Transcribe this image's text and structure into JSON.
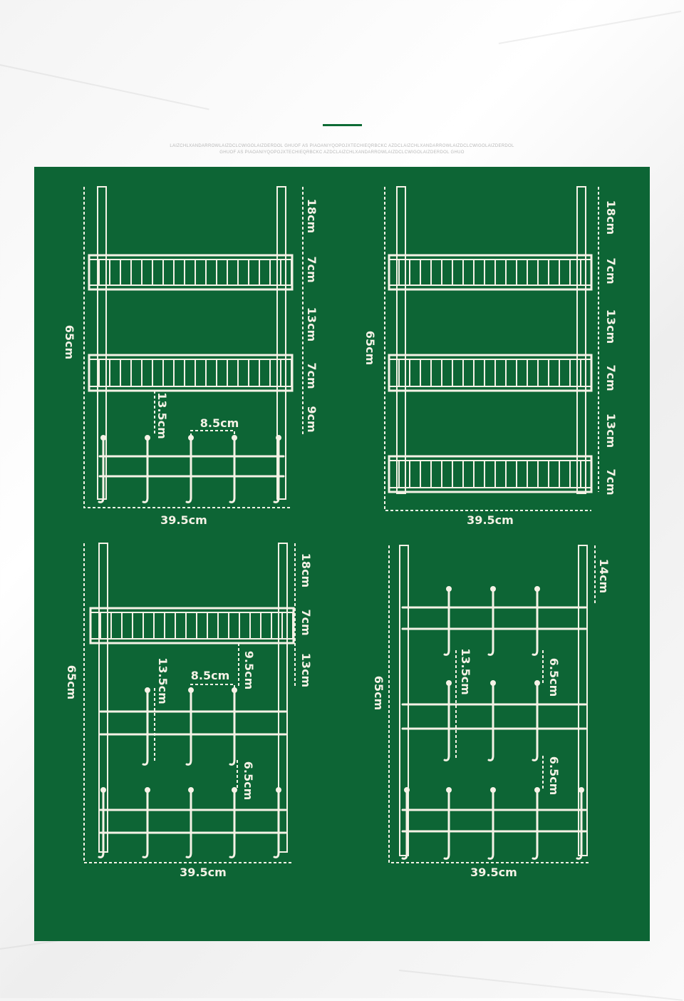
{
  "header": {
    "subcaption_line1": "LAIZCHLXANDARROWLAIZDCLCWIGOLAIZDERDOL GHUOF AS PIAOANIYQOPOJXTECHIEQRBCKC AZDCLAIZCHLXANDARROWLAIZDCLCWIGOLAIZDERDOL",
    "subcaption_line2": "GHUOF AS PIAOANIYQOPOJXTECHIEQRBCKC AZDCLAIZCHLXANDARROWLAIZDCLCWIGOLAIZDERDOL GHUO"
  },
  "colors": {
    "panel": "#0d6535",
    "accent_rule": "#0d6b35",
    "rack": "#f5f2e6"
  },
  "racks": [
    {
      "name": "two-baskets-five-hooks",
      "height": "65cm",
      "width": "39.5cm",
      "right_dims": [
        "18cm",
        "7cm",
        "13cm",
        "7cm",
        "9cm"
      ],
      "hook_height": "13.5cm",
      "hook_spacing": "8.5cm"
    },
    {
      "name": "three-baskets",
      "height": "65cm",
      "width": "39.5cm",
      "right_dims": [
        "18cm",
        "7cm",
        "13cm",
        "7cm",
        "13cm",
        "7cm"
      ]
    },
    {
      "name": "one-basket-two-hook-rows",
      "height": "65cm",
      "width": "39.5cm",
      "right_dims": [
        "18cm",
        "7cm",
        "13cm"
      ],
      "gap": "9.5cm",
      "hook_height": "13.5cm",
      "hook_spacing": "8.5cm",
      "row_gap": "6.5cm"
    },
    {
      "name": "three-hook-rows",
      "height": "65cm",
      "width": "39.5cm",
      "right_dims": [
        "14cm"
      ],
      "hook_height": "13.5cm",
      "row_gap_1": "6.5cm",
      "row_gap_2": "6.5cm"
    }
  ]
}
